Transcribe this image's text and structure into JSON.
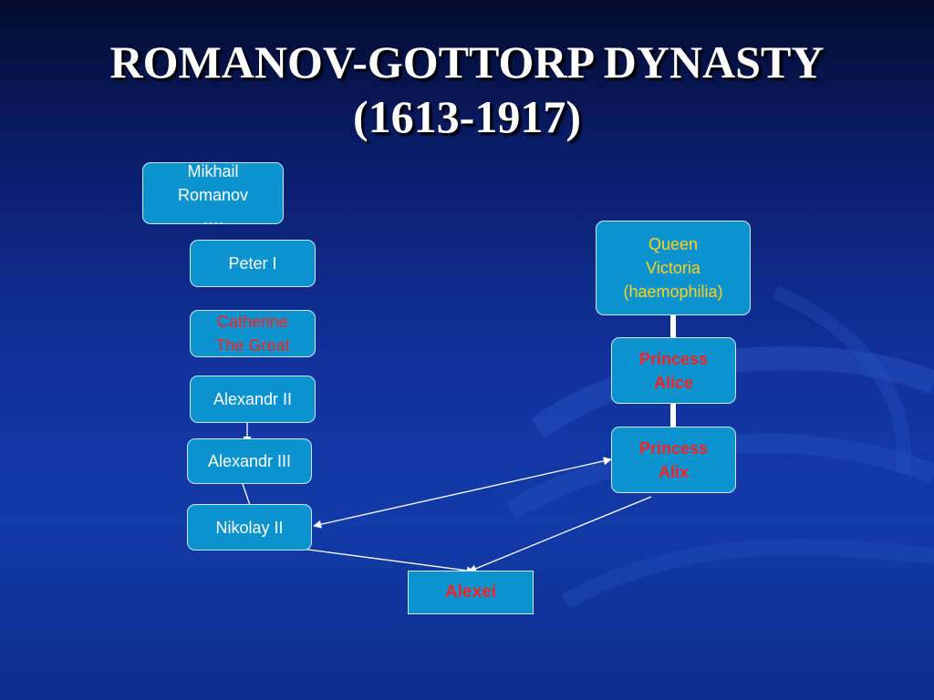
{
  "slide": {
    "title_line1": "ROMANOV-GOTTORP DYNASTY",
    "title_line2": "(1613-1917)"
  },
  "romanov_line": {
    "mikhail": [
      "Mikhail",
      "Romanov",
      "…."
    ],
    "peter": "Peter I",
    "catherine": [
      "Catherine",
      "The Great"
    ],
    "alexandr2": "Alexandr II",
    "alexandr3": "Alexandr III",
    "nikolay": "Nikolay II"
  },
  "maternal_line": {
    "victoria": [
      "Queen",
      "Victoria",
      "(haemophilia)"
    ],
    "alice": [
      "Princess",
      "Alice"
    ],
    "alix": [
      "Princess",
      "Alix"
    ]
  },
  "heir": "Alexei",
  "colors": {
    "box_fill": "#0b93cf",
    "highlight_red": "#ff1f1f",
    "highlight_yellow": "#ffd21c",
    "background": "#1233a0"
  }
}
